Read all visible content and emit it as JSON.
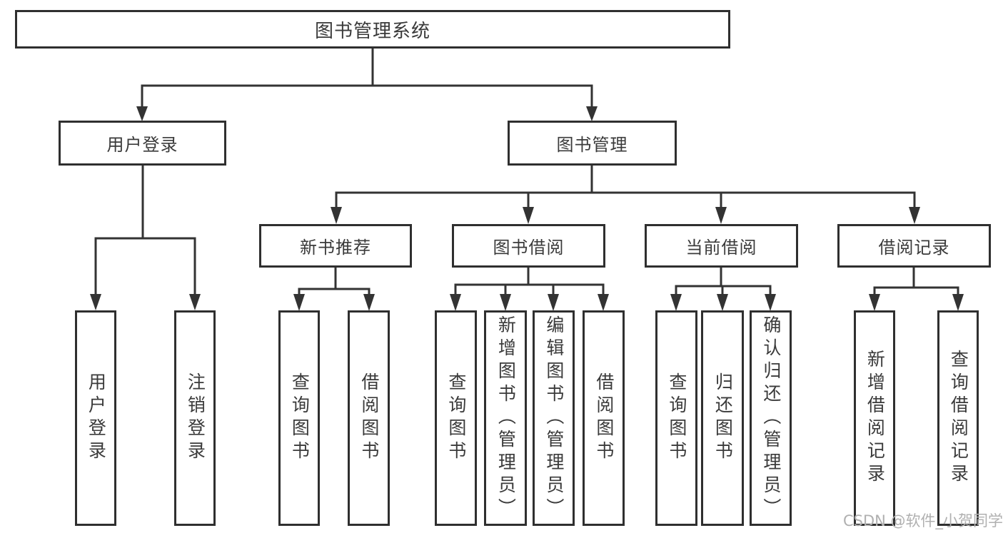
{
  "title": {
    "label": "图书管理系统"
  },
  "level2": {
    "user_login": "用户登录",
    "book_mgmt": "图书管理"
  },
  "level3": {
    "new_book": "新书推荐",
    "book_borrow": "图书借阅",
    "current_borrow": "当前借阅",
    "borrow_records": "借阅记录"
  },
  "leaves": {
    "user_login": [
      "用户登录",
      "注销登录"
    ],
    "new_book": [
      "查询图书",
      "借阅图书"
    ],
    "book_borrow": [
      "查询图书",
      "新增图书（管理员）",
      "编辑图书（管理员）",
      "借阅图书"
    ],
    "current_borrow": [
      "查询图书",
      "归还图书",
      "确认归还（管理员）"
    ],
    "borrow_records": [
      "新增借阅记录",
      "查询借阅记录"
    ]
  },
  "watermark": "CSDN @软件_小贺同学",
  "colors": {
    "line": "#333333",
    "box_border": "#2f2f2f",
    "text": "#3a3a3a",
    "watermark": "#b0b0b0",
    "background": "#ffffff"
  }
}
